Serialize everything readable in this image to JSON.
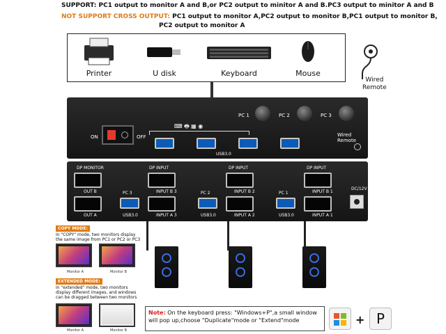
{
  "support": {
    "label": "SUPPORT:",
    "text": "PC1 output to monitor A and B,or PC2 output to minitor A and B.PC3 output to minitor A and B"
  },
  "not_support": {
    "label": "NOT SUPPORT CROSS OUTPUT:",
    "text1": "PC1 output to monitor A,PC2 output to monitor B,PC1 output to monitor B,",
    "text2": "PC2 output to monitor A"
  },
  "peripherals": [
    "Printer",
    "U disk",
    "Keyboard",
    "Mouse"
  ],
  "wired_remote": {
    "line1": "Wired",
    "line2": "Remote"
  },
  "front": {
    "on": "ON",
    "off": "OFF",
    "pc_labels": [
      "PC 1",
      "PC 2",
      "PC 3"
    ],
    "usb_label": "USB3.0",
    "remote_line1": "Wired",
    "remote_line2": "Remote"
  },
  "back": {
    "dp_monitor": "DP MONITOR",
    "out_b": "OUT B",
    "out_a": "OUT A",
    "dp_input": "DP INPUT",
    "groups": [
      {
        "pc": "PC 3",
        "input_top": "INPUT B 3",
        "usb": "USB3.0",
        "input_bottom": "INPUT A 3"
      },
      {
        "pc": "PC 2",
        "input_top": "INPUT B 2",
        "usb": "USB3.0",
        "input_bottom": "INPUT A 2"
      },
      {
        "pc": "PC 1",
        "input_top": "INPUT B 1",
        "usb": "USB3.0",
        "input_bottom": "INPUT A 1"
      }
    ],
    "dc": "DC/12V"
  },
  "copy_mode": {
    "tag": "COPY MODE:",
    "desc": "In \"COPY\" mode, two monitors display the same image from PC1 or PC2 or PC3",
    "monitor_a": "Monitor A",
    "monitor_b": "Monitor B"
  },
  "extended_mode": {
    "tag": "EXTENDED MODE:",
    "desc": "In \"extended\" mode, two monitors display different images, and windows can be dragged between two monitors",
    "monitor_a": "Monitor A",
    "monitor_b": "Monitor B"
  },
  "note": {
    "head": "Note:",
    "text": "On the keyboard press: \"Windows+P\",a small window will pop up,choose \"Duplicate\"mode or \"Extend\"mode"
  },
  "keys": {
    "plus": "+",
    "p_key": "P"
  }
}
